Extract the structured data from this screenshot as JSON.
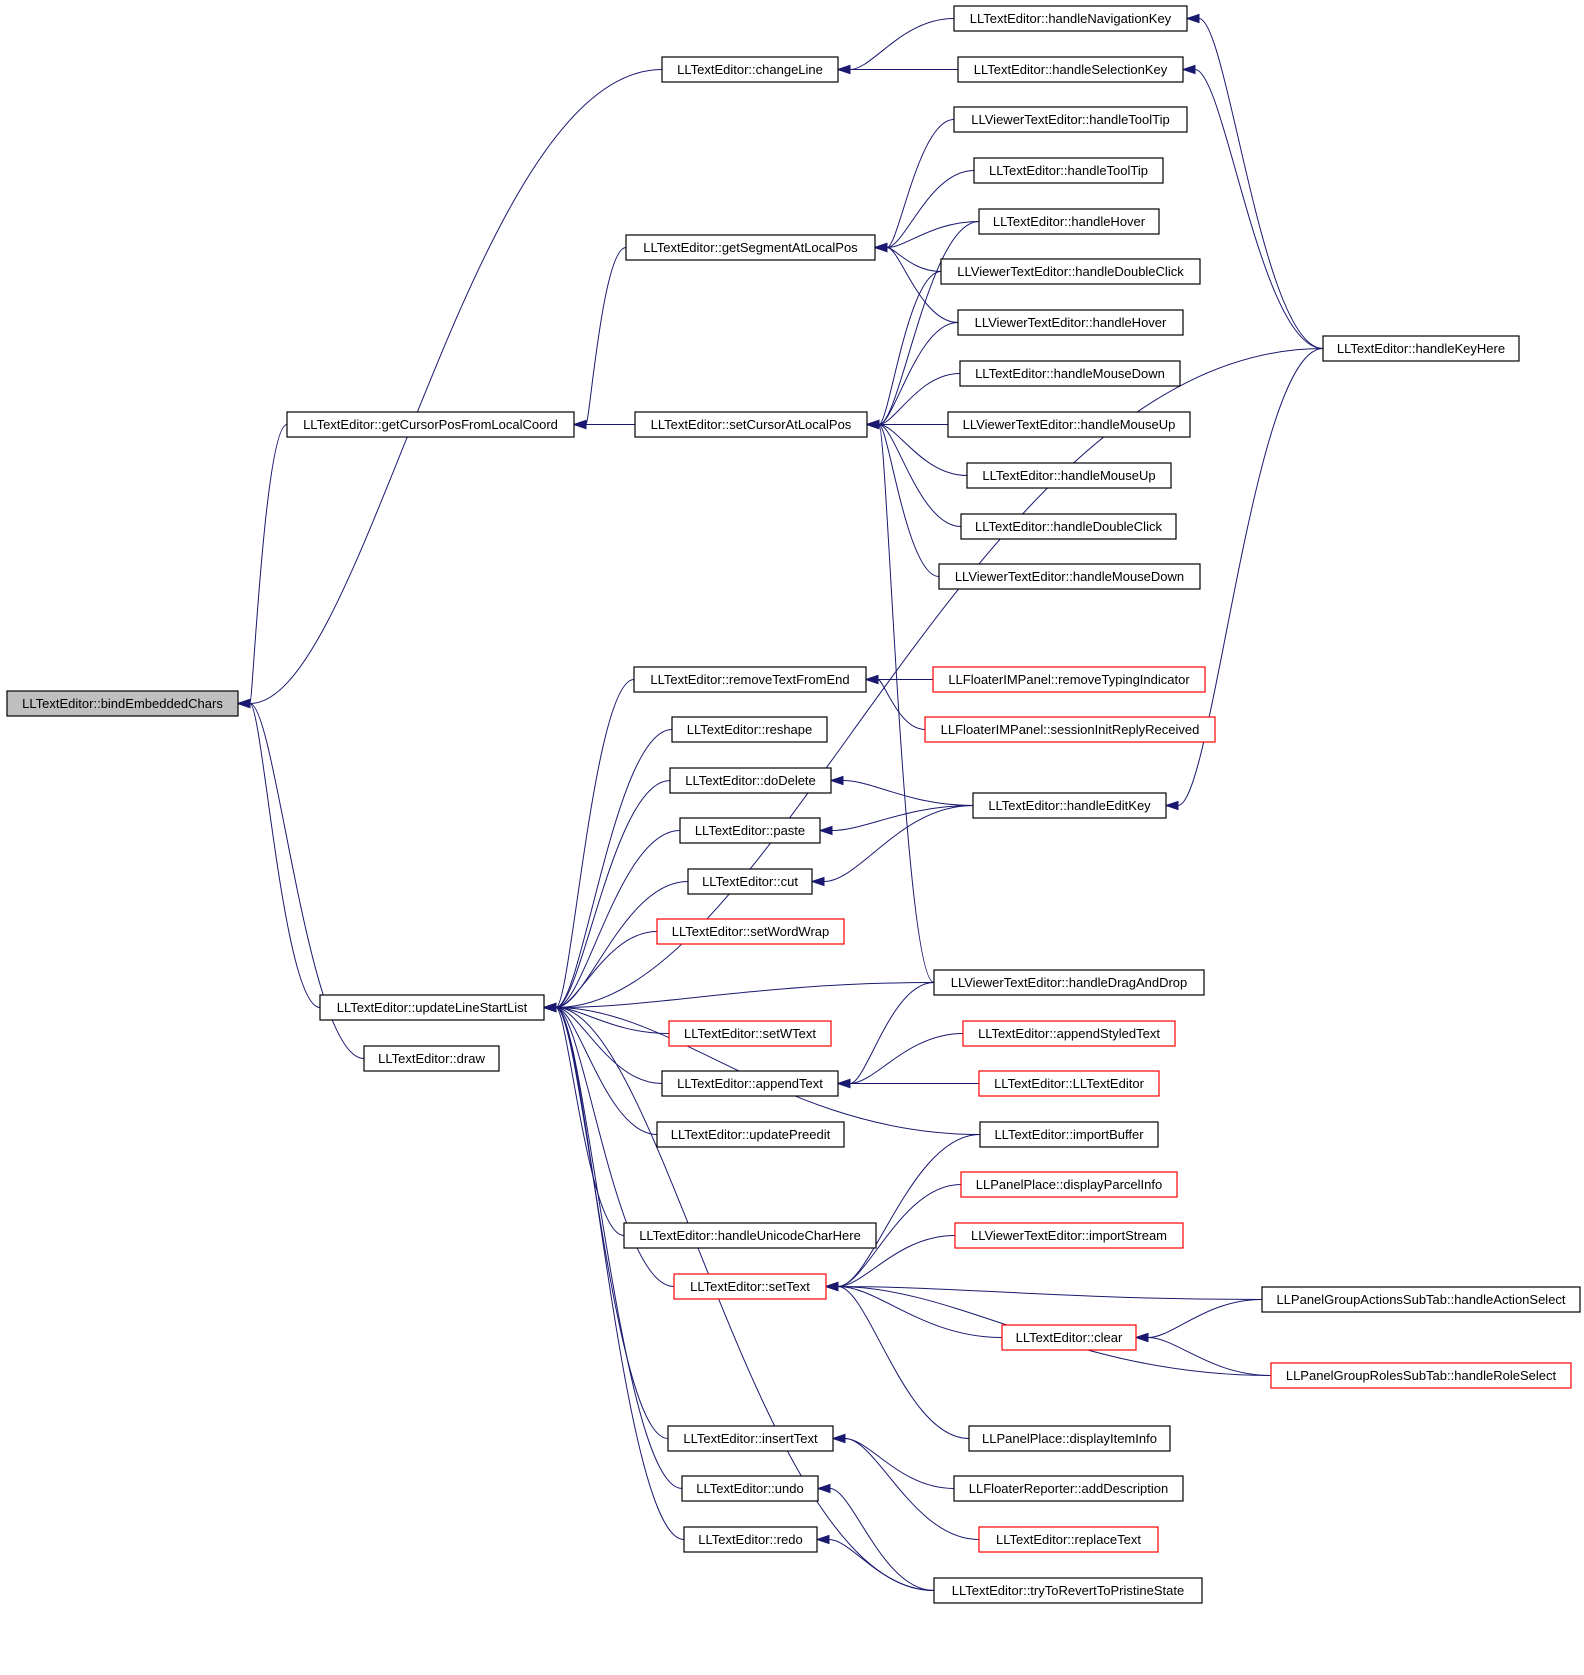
{
  "graph": {
    "colors": {
      "edge": "#191970",
      "node_border": "#000000",
      "node_border_truncated": "#ff0000",
      "root_fill": "#bfbfbf"
    },
    "nodes": [
      {
        "id": "root",
        "label": "LLTextEditor::bindEmbeddedChars",
        "style": "root"
      },
      {
        "id": "changeLine",
        "label": "LLTextEditor::changeLine",
        "style": "normal"
      },
      {
        "id": "handleNavigationKey",
        "label": "LLTextEditor::handleNavigationKey",
        "style": "normal"
      },
      {
        "id": "handleSelectionKey",
        "label": "LLTextEditor::handleSelectionKey",
        "style": "normal"
      },
      {
        "id": "vHandleToolTip",
        "label": "LLViewerTextEditor::handleToolTip",
        "style": "normal"
      },
      {
        "id": "handleToolTip",
        "label": "LLTextEditor::handleToolTip",
        "style": "normal"
      },
      {
        "id": "handleHover",
        "label": "LLTextEditor::handleHover",
        "style": "normal"
      },
      {
        "id": "getSegmentAtLocalPos",
        "label": "LLTextEditor::getSegmentAtLocalPos",
        "style": "normal"
      },
      {
        "id": "vHandleDoubleClick",
        "label": "LLViewerTextEditor::handleDoubleClick",
        "style": "normal"
      },
      {
        "id": "vHandleHover",
        "label": "LLViewerTextEditor::handleHover",
        "style": "normal"
      },
      {
        "id": "handleKeyHere",
        "label": "LLTextEditor::handleKeyHere",
        "style": "normal"
      },
      {
        "id": "handleMouseDown",
        "label": "LLTextEditor::handleMouseDown",
        "style": "normal"
      },
      {
        "id": "getCursorPosFromLocalCoord",
        "label": "LLTextEditor::getCursorPosFromLocalCoord",
        "style": "normal"
      },
      {
        "id": "setCursorAtLocalPos",
        "label": "LLTextEditor::setCursorAtLocalPos",
        "style": "normal"
      },
      {
        "id": "vHandleMouseUp",
        "label": "LLViewerTextEditor::handleMouseUp",
        "style": "normal"
      },
      {
        "id": "handleMouseUp",
        "label": "LLTextEditor::handleMouseUp",
        "style": "normal"
      },
      {
        "id": "handleDoubleClick",
        "label": "LLTextEditor::handleDoubleClick",
        "style": "normal"
      },
      {
        "id": "vHandleMouseDown",
        "label": "LLViewerTextEditor::handleMouseDown",
        "style": "normal"
      },
      {
        "id": "removeTextFromEnd",
        "label": "LLTextEditor::removeTextFromEnd",
        "style": "normal"
      },
      {
        "id": "removeTypingIndicator",
        "label": "LLFloaterIMPanel::removeTypingIndicator",
        "style": "red"
      },
      {
        "id": "reshape",
        "label": "LLTextEditor::reshape",
        "style": "normal"
      },
      {
        "id": "sessionInitReplyReceived",
        "label": "LLFloaterIMPanel::sessionInitReplyReceived",
        "style": "red"
      },
      {
        "id": "doDelete",
        "label": "LLTextEditor::doDelete",
        "style": "normal"
      },
      {
        "id": "handleEditKey",
        "label": "LLTextEditor::handleEditKey",
        "style": "normal"
      },
      {
        "id": "paste",
        "label": "LLTextEditor::paste",
        "style": "normal"
      },
      {
        "id": "cut",
        "label": "LLTextEditor::cut",
        "style": "normal"
      },
      {
        "id": "setWordWrap",
        "label": "LLTextEditor::setWordWrap",
        "style": "red"
      },
      {
        "id": "vHandleDragAndDrop",
        "label": "LLViewerTextEditor::handleDragAndDrop",
        "style": "normal"
      },
      {
        "id": "updateLineStartList",
        "label": "LLTextEditor::updateLineStartList",
        "style": "normal"
      },
      {
        "id": "setWText",
        "label": "LLTextEditor::setWText",
        "style": "red"
      },
      {
        "id": "appendStyledText",
        "label": "LLTextEditor::appendStyledText",
        "style": "red"
      },
      {
        "id": "draw",
        "label": "LLTextEditor::draw",
        "style": "normal"
      },
      {
        "id": "appendText",
        "label": "LLTextEditor::appendText",
        "style": "normal"
      },
      {
        "id": "ctor",
        "label": "LLTextEditor::LLTextEditor",
        "style": "red"
      },
      {
        "id": "updatePreedit",
        "label": "LLTextEditor::updatePreedit",
        "style": "normal"
      },
      {
        "id": "importBuffer",
        "label": "LLTextEditor::importBuffer",
        "style": "normal"
      },
      {
        "id": "displayParcelInfo",
        "label": "LLPanelPlace::displayParcelInfo",
        "style": "red"
      },
      {
        "id": "handleUnicodeCharHere",
        "label": "LLTextEditor::handleUnicodeCharHere",
        "style": "normal"
      },
      {
        "id": "vImportStream",
        "label": "LLViewerTextEditor::importStream",
        "style": "red"
      },
      {
        "id": "setText",
        "label": "LLTextEditor::setText",
        "style": "red"
      },
      {
        "id": "handleActionSelect",
        "label": "LLPanelGroupActionsSubTab::handleActionSelect",
        "style": "normal"
      },
      {
        "id": "clear",
        "label": "LLTextEditor::clear",
        "style": "red"
      },
      {
        "id": "handleRoleSelect",
        "label": "LLPanelGroupRolesSubTab::handleRoleSelect",
        "style": "red"
      },
      {
        "id": "insertText",
        "label": "LLTextEditor::insertText",
        "style": "normal"
      },
      {
        "id": "displayItemInfo",
        "label": "LLPanelPlace::displayItemInfo",
        "style": "normal"
      },
      {
        "id": "undo",
        "label": "LLTextEditor::undo",
        "style": "normal"
      },
      {
        "id": "addDescription",
        "label": "LLFloaterReporter::addDescription",
        "style": "normal"
      },
      {
        "id": "redo",
        "label": "LLTextEditor::redo",
        "style": "normal"
      },
      {
        "id": "replaceText",
        "label": "LLTextEditor::replaceText",
        "style": "red"
      },
      {
        "id": "tryToRevert",
        "label": "LLTextEditor::tryToRevertToPristineState",
        "style": "normal"
      }
    ],
    "edges": [
      [
        "handleNavigationKey",
        "changeLine"
      ],
      [
        "handleSelectionKey",
        "changeLine"
      ],
      [
        "changeLine",
        "root"
      ],
      [
        "handleKeyHere",
        "handleNavigationKey"
      ],
      [
        "handleKeyHere",
        "handleSelectionKey"
      ],
      [
        "vHandleToolTip",
        "getSegmentAtLocalPos"
      ],
      [
        "handleToolTip",
        "getSegmentAtLocalPos"
      ],
      [
        "handleHover",
        "getSegmentAtLocalPos"
      ],
      [
        "vHandleDoubleClick",
        "getSegmentAtLocalPos"
      ],
      [
        "vHandleHover",
        "getSegmentAtLocalPos"
      ],
      [
        "getSegmentAtLocalPos",
        "getCursorPosFromLocalCoord"
      ],
      [
        "getCursorPosFromLocalCoord",
        "root"
      ],
      [
        "setCursorAtLocalPos",
        "getCursorPosFromLocalCoord"
      ],
      [
        "handleHover",
        "setCursorAtLocalPos"
      ],
      [
        "vHandleDoubleClick",
        "setCursorAtLocalPos"
      ],
      [
        "vHandleHover",
        "setCursorAtLocalPos"
      ],
      [
        "handleMouseDown",
        "setCursorAtLocalPos"
      ],
      [
        "vHandleMouseUp",
        "setCursorAtLocalPos"
      ],
      [
        "handleMouseUp",
        "setCursorAtLocalPos"
      ],
      [
        "handleDoubleClick",
        "setCursorAtLocalPos"
      ],
      [
        "vHandleMouseDown",
        "setCursorAtLocalPos"
      ],
      [
        "vHandleDragAndDrop",
        "setCursorAtLocalPos"
      ],
      [
        "removeTypingIndicator",
        "removeTextFromEnd"
      ],
      [
        "sessionInitReplyReceived",
        "removeTextFromEnd"
      ],
      [
        "handleEditKey",
        "doDelete"
      ],
      [
        "handleEditKey",
        "paste"
      ],
      [
        "handleEditKey",
        "cut"
      ],
      [
        "handleKeyHere",
        "handleEditKey"
      ],
      [
        "handleKeyHere",
        "updateLineStartList"
      ],
      [
        "removeTextFromEnd",
        "updateLineStartList"
      ],
      [
        "reshape",
        "updateLineStartList"
      ],
      [
        "doDelete",
        "updateLineStartList"
      ],
      [
        "paste",
        "updateLineStartList"
      ],
      [
        "cut",
        "updateLineStartList"
      ],
      [
        "setWordWrap",
        "updateLineStartList"
      ],
      [
        "vHandleDragAndDrop",
        "updateLineStartList"
      ],
      [
        "updateLineStartList",
        "root"
      ],
      [
        "draw",
        "root"
      ],
      [
        "setWText",
        "updateLineStartList"
      ],
      [
        "appendText",
        "updateLineStartList"
      ],
      [
        "vHandleDragAndDrop",
        "appendText"
      ],
      [
        "appendStyledText",
        "appendText"
      ],
      [
        "ctor",
        "appendText"
      ],
      [
        "updatePreedit",
        "updateLineStartList"
      ],
      [
        "importBuffer",
        "updateLineStartList"
      ],
      [
        "handleUnicodeCharHere",
        "updateLineStartList"
      ],
      [
        "setText",
        "updateLineStartList"
      ],
      [
        "importBuffer",
        "setText"
      ],
      [
        "displayParcelInfo",
        "setText"
      ],
      [
        "vImportStream",
        "setText"
      ],
      [
        "handleActionSelect",
        "setText"
      ],
      [
        "clear",
        "setText"
      ],
      [
        "handleRoleSelect",
        "setText"
      ],
      [
        "displayItemInfo",
        "setText"
      ],
      [
        "handleActionSelect",
        "clear"
      ],
      [
        "handleRoleSelect",
        "clear"
      ],
      [
        "insertText",
        "updateLineStartList"
      ],
      [
        "addDescription",
        "insertText"
      ],
      [
        "replaceText",
        "insertText"
      ],
      [
        "undo",
        "updateLineStartList"
      ],
      [
        "redo",
        "updateLineStartList"
      ],
      [
        "tryToRevert",
        "undo"
      ],
      [
        "tryToRevert",
        "redo"
      ],
      [
        "tryToRevert",
        "updateLineStartList"
      ]
    ]
  }
}
